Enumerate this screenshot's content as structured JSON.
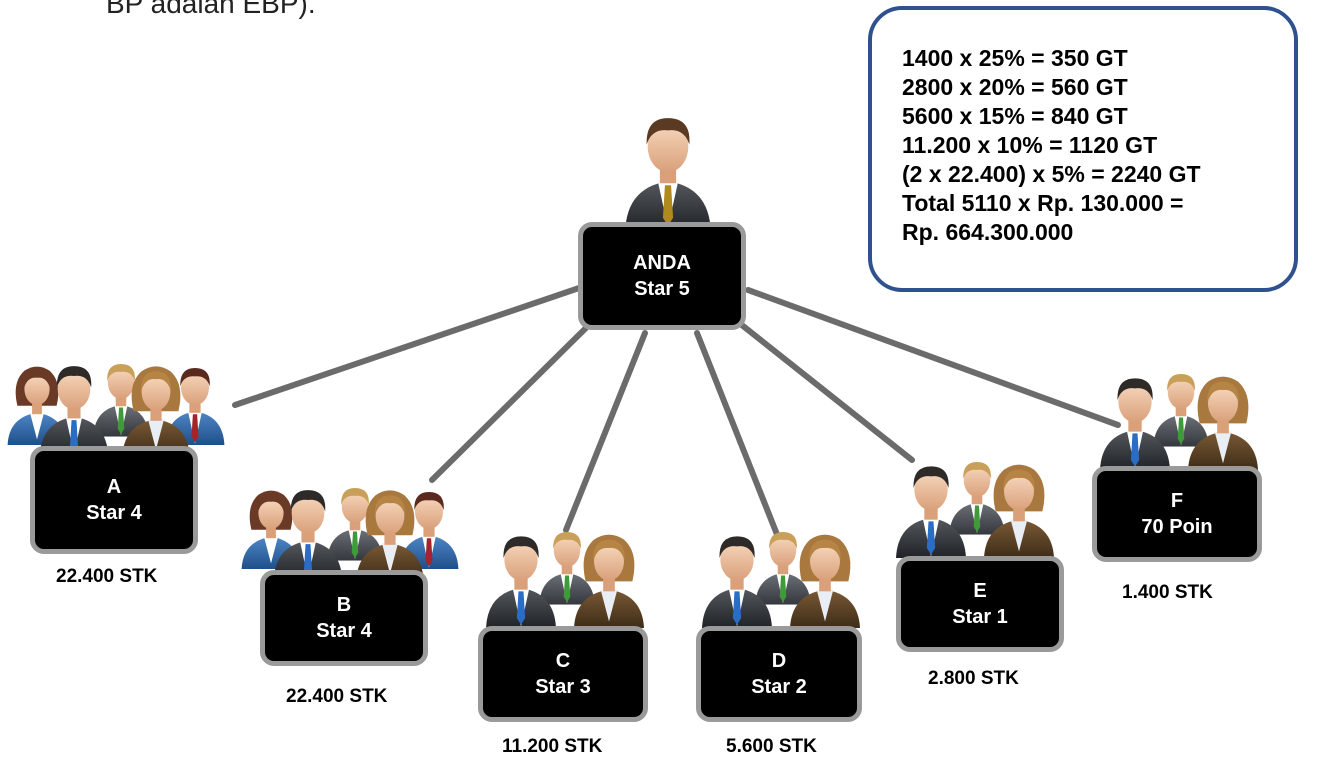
{
  "header_fragment": "BP adalah EBP).",
  "calculation": {
    "lines": [
      "1400 x 25% = 350 GT",
      "2800 x 20% = 560 GT",
      "5600 x 15% = 840 GT",
      "11.200 x 10% = 1120 GT",
      "(2 x 22.400) x 5% = 2240 GT",
      "Total 5110 x Rp. 130.000 =",
      "Rp. 664.300.000"
    ]
  },
  "root": {
    "name": "ANDA",
    "rank": "Star 5"
  },
  "members": [
    {
      "name": "A",
      "rank": "Star 4",
      "volume": "22.400 STK"
    },
    {
      "name": "B",
      "rank": "Star 4",
      "volume": "22.400 STK"
    },
    {
      "name": "C",
      "rank": "Star 3",
      "volume": "11.200 STK"
    },
    {
      "name": "D",
      "rank": "Star 2",
      "volume": "5.600 STK"
    },
    {
      "name": "E",
      "rank": "Star 1",
      "volume": "2.800 STK"
    },
    {
      "name": "F",
      "rank": "70 Poin",
      "volume": "1.400 STK"
    }
  ],
  "colors": {
    "box_fill": "#000000",
    "box_border": "#9a9a9a",
    "connector": "#6b6b6b",
    "calc_border": "#2f528f"
  }
}
